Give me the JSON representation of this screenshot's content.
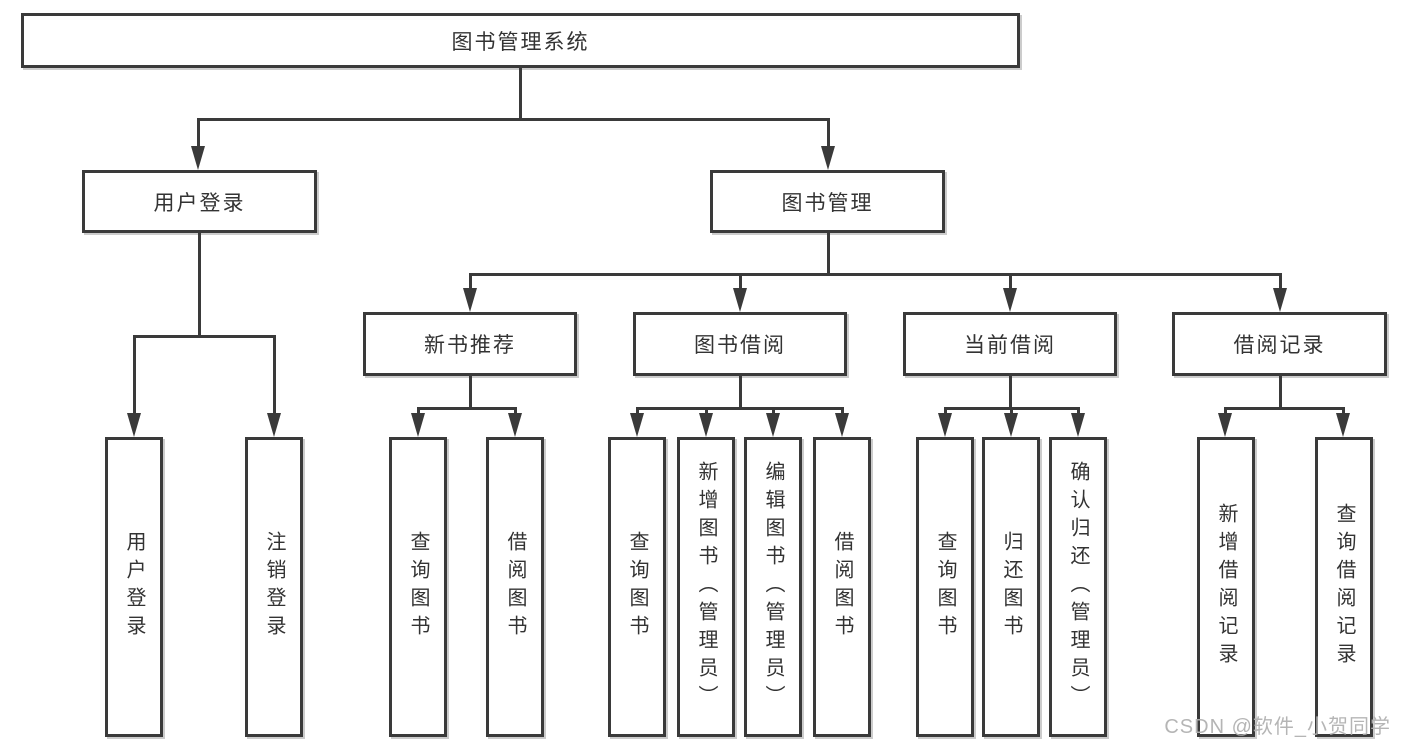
{
  "diagram": {
    "root": {
      "label": "图书管理系统"
    },
    "branches": [
      {
        "label": "用户登录",
        "children": [
          {
            "label": "用户登录"
          },
          {
            "label": "注销登录"
          }
        ]
      },
      {
        "label": "图书管理",
        "sections": [
          {
            "label": "新书推荐",
            "children": [
              {
                "label": "查询图书"
              },
              {
                "label": "借阅图书"
              }
            ]
          },
          {
            "label": "图书借阅",
            "children": [
              {
                "label": "查询图书"
              },
              {
                "label": "新增图书（管理员）"
              },
              {
                "label": "编辑图书（管理员）"
              },
              {
                "label": "借阅图书"
              }
            ]
          },
          {
            "label": "当前借阅",
            "children": [
              {
                "label": "查询图书"
              },
              {
                "label": "归还图书"
              },
              {
                "label": "确认归还（管理员）"
              }
            ]
          },
          {
            "label": "借阅记录",
            "children": [
              {
                "label": "新增借阅记录"
              },
              {
                "label": "查询借阅记录"
              }
            ]
          }
        ]
      }
    ]
  },
  "watermark": {
    "text": "CSDN @软件_小贺同学"
  },
  "colors": {
    "line": "#3a3a3a",
    "text": "#333333",
    "watermark": "#b2b2b2",
    "background": "#ffffff"
  }
}
